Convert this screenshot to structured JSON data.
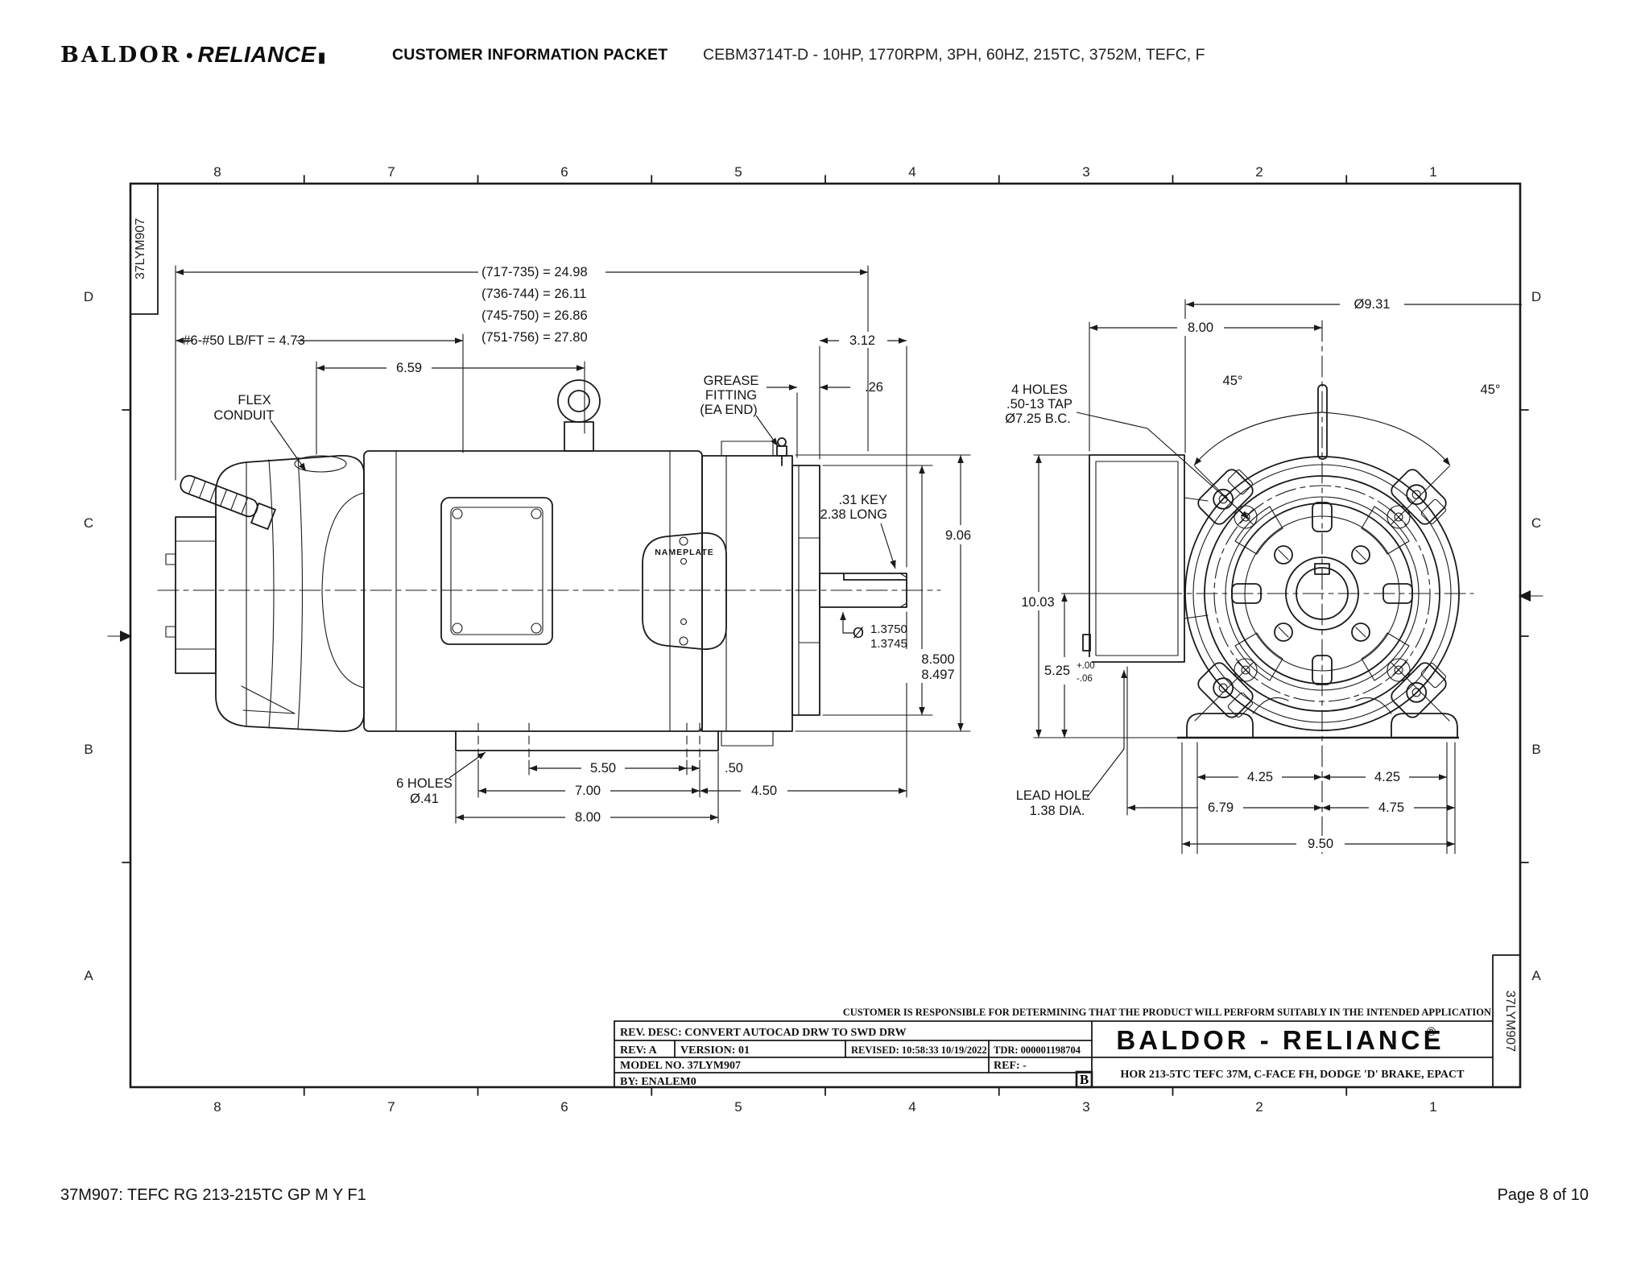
{
  "header": {
    "brand": {
      "part1": "BALDOR",
      "dot": "•",
      "part2": "RELIANCE",
      "mark": "▮"
    },
    "doc_title": "CUSTOMER INFORMATION PACKET",
    "product_line": "CEBM3714T-D - 10HP, 1770RPM, 3PH, 60HZ, 215TC, 3752M, TEFC, F"
  },
  "sheet": {
    "zone_cols": [
      "8",
      "7",
      "6",
      "5",
      "4",
      "3",
      "2",
      "1"
    ],
    "zone_rows": [
      "D",
      "C",
      "B",
      "A"
    ],
    "doc_number": "37LYM907"
  },
  "side_view": {
    "length_table": [
      "(717-735) = 24.98",
      "(736-744) = 26.11",
      "(745-750) = 26.86",
      "(751-756) = 27.80"
    ],
    "labels": {
      "cable": "#6-#50 LB/FT = 4.73",
      "flex1": "FLEX",
      "flex2": "CONDUIT",
      "grease1": "GREASE",
      "grease2": "FITTING",
      "grease3": "(EA END)",
      "key1": ".31 KEY",
      "key2": "2.38 LONG",
      "holes1": "6 HOLES",
      "holes2": "Ø.41",
      "nameplate": "NAMEPLATE",
      "dia_sym": "Ø",
      "shaft_d1": "1.3750",
      "shaft_d2": "1.3745",
      "pilot1": "8.500",
      "pilot2": "8.497"
    },
    "dims": {
      "d659": "6.59",
      "d312": "3.12",
      "d026": ".26",
      "d906": "9.06",
      "d550": "5.50",
      "d050": ".50",
      "d700": "7.00",
      "d450": "4.50",
      "d800": "8.00"
    }
  },
  "front_view": {
    "labels": {
      "holes1": "4 HOLES",
      "holes2": ".50-13 TAP",
      "holes3": "Ø7.25 B.C.",
      "lead1": "LEAD HOLE",
      "lead2": "1.38 DIA.",
      "tol_plus": "+.00",
      "tol_minus": "-.06"
    },
    "dims": {
      "dia931": "Ø9.31",
      "d800": "8.00",
      "a45l": "45°",
      "a45r": "45°",
      "d1003": "10.03",
      "d525": "5.25",
      "d425l": "4.25",
      "d425r": "4.25",
      "d679": "6.79",
      "d475": "4.75",
      "d950": "9.50"
    }
  },
  "title_block": {
    "disclaimer": "CUSTOMER IS RESPONSIBLE FOR DETERMINING THAT THE PRODUCT WILL PERFORM SUITABLY IN THE INTENDED APPLICATION",
    "rev_desc": "REV. DESC: CONVERT AUTOCAD DRW TO SWD DRW",
    "rev": "REV:  A",
    "version": "VERSION:  01",
    "revised": "REVISED:  10:58:33 10/19/2022",
    "tdr": "TDR:  000001198704",
    "model": "MODEL NO.  37LYM907",
    "ref": "REF:  -",
    "by": "BY: ENALEM0",
    "size": "B",
    "brand": "BALDOR - RELIANCE",
    "brand_reg": "®",
    "description": "HOR 213-5TC TEFC 37M, C-FACE FH, DODGE 'D' BRAKE, EPACT"
  },
  "footer": {
    "left": "37M907: TEFC RG 213-215TC GP M Y F1",
    "right": "Page 8 of 10"
  },
  "colors": {
    "ink": "#1a1a1a",
    "paper": "#ffffff"
  }
}
